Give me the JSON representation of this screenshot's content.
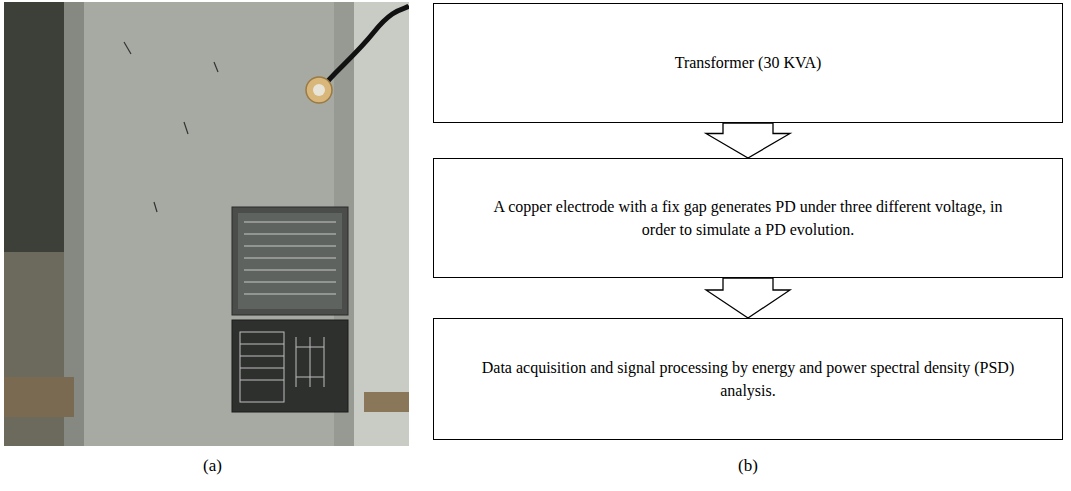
{
  "diagram": {
    "nodes": [
      {
        "text": [
          "Transformer (30 KVA)"
        ]
      },
      {
        "text": [
          "A copper electrode with a fix gap generates PD under three different voltage, in order to simulate a PD evolution."
        ]
      },
      {
        "text": [
          "Data acquisition and signal processing by energy and power spectral density (PSD) analysis."
        ]
      }
    ],
    "edges": [
      {
        "from": 0,
        "to": 1,
        "arrow": "to"
      },
      {
        "from": 1,
        "to": 2,
        "arrow": "to"
      }
    ],
    "labels": [
      "(a)",
      "(b)"
    ]
  }
}
